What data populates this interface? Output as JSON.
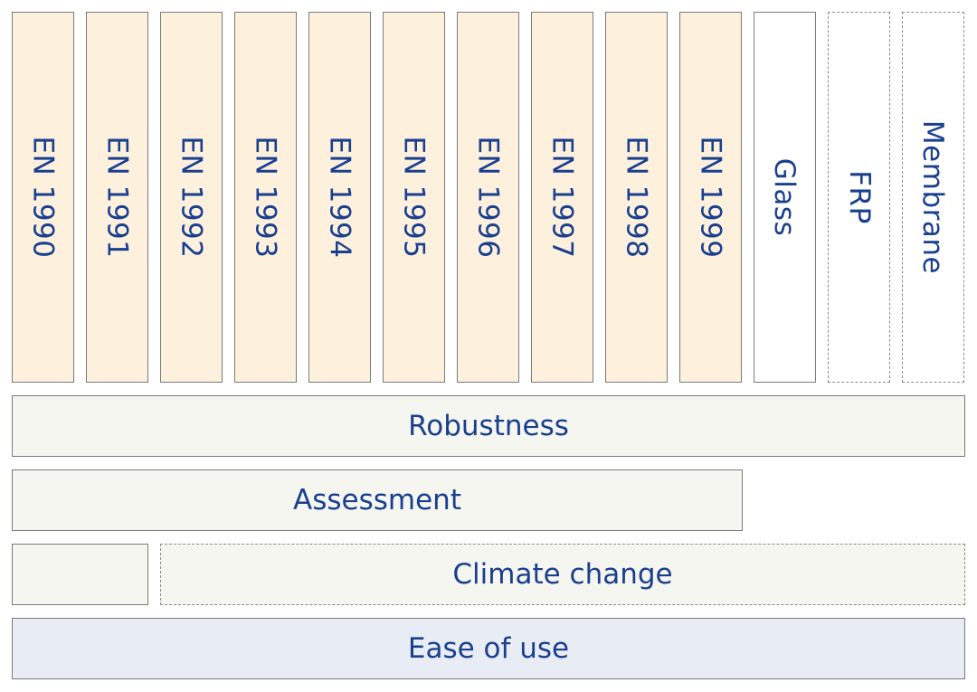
{
  "columns": [
    {
      "label": "EN 1990",
      "style": "en"
    },
    {
      "label": "EN 1991",
      "style": "en"
    },
    {
      "label": "EN 1992",
      "style": "en"
    },
    {
      "label": "EN 1993",
      "style": "en"
    },
    {
      "label": "EN 1994",
      "style": "en"
    },
    {
      "label": "EN 1995",
      "style": "en"
    },
    {
      "label": "EN 1996",
      "style": "en"
    },
    {
      "label": "EN 1997",
      "style": "en"
    },
    {
      "label": "EN 1998",
      "style": "en"
    },
    {
      "label": "EN 1999",
      "style": "en"
    },
    {
      "label": "Glass",
      "style": "solid-white"
    },
    {
      "label": "FRP",
      "style": "dashed"
    },
    {
      "label": "Membrane",
      "style": "dashed"
    }
  ],
  "rows": {
    "robustness": "Robustness",
    "assessment": "Assessment",
    "climate_change": "Climate change",
    "ease_of_use": "Ease of use"
  },
  "colors": {
    "text": "#1a3f8f",
    "en_fill": "#fdf1de",
    "row_fill": "#f6f6f1",
    "ease_fill": "#e8ecf5",
    "border": "#7a7a7a"
  }
}
